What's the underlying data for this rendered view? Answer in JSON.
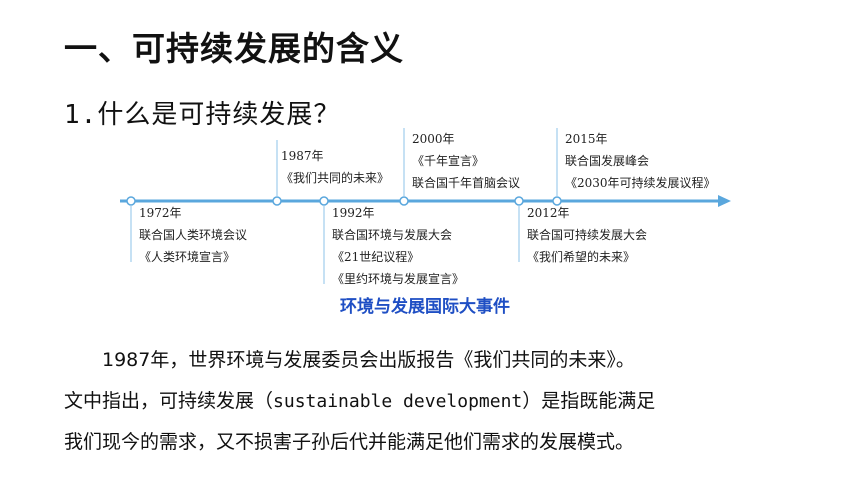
{
  "heading": "一、可持续发展的含义",
  "subheading": {
    "number": "1.",
    "text": "什么是可持续发展？"
  },
  "timeline": {
    "colors": {
      "line": "#5aa7dd",
      "dot_fill": "#ffffff",
      "dot_stroke": "#5aa7dd"
    },
    "events": [
      {
        "year": "1972年",
        "lines": [
          "联合国人类环境会议",
          "《人类环境宣言》"
        ]
      },
      {
        "year": "1987年",
        "lines": [
          "《我们共同的未来》"
        ]
      },
      {
        "year": "1992年",
        "lines": [
          "联合国环境与发展大会",
          "《21世纪议程》",
          "《里约环境与发展宣言》"
        ]
      },
      {
        "year": "2000年",
        "lines": [
          "《千年宣言》",
          "联合国千年首脑会议"
        ]
      },
      {
        "year": "2012年",
        "lines": [
          "联合国可持续发展大会",
          "《我们希望的未来》"
        ]
      },
      {
        "year": "2015年",
        "lines": [
          "联合国发展峰会",
          "《2030年可持续发展议程》"
        ]
      }
    ],
    "caption": "环境与发展国际大事件"
  },
  "paragraph": {
    "line1": "1987年，世界环境与发展委员会出版报告《我们共同的未来》。",
    "line2_a": "文中指出，可持续发展（",
    "line2_b": "sustainable development",
    "line2_c": "）是指既能满足",
    "line3": "我们现今的需求，又不损害子孙后代并能满足他们需求的发展模式。"
  }
}
